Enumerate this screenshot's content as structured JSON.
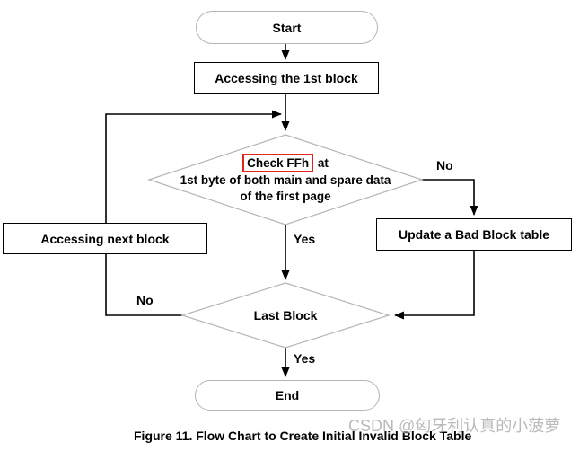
{
  "flowchart": {
    "nodes": {
      "start": {
        "label": "Start",
        "type": "terminator"
      },
      "accessing_first_block": {
        "label": "Accessing the 1st block",
        "type": "process"
      },
      "check_ffh": {
        "type": "decision",
        "highlight": "Check FFh",
        "line1_rest": " at",
        "line2": "1st byte of both main and spare data",
        "line3": "of the first page"
      },
      "update_bad_block_table": {
        "label": "Update a Bad Block table",
        "type": "process"
      },
      "accessing_next_block": {
        "label": "Accessing next block",
        "type": "process"
      },
      "last_block": {
        "label": "Last Block",
        "type": "decision"
      },
      "end": {
        "label": "End",
        "type": "terminator"
      }
    },
    "edge_labels": {
      "check_no": "No",
      "check_yes": "Yes",
      "last_no": "No",
      "last_yes": "Yes"
    },
    "caption": "Figure 11. Flow Chart to Create Initial Invalid Block Table",
    "watermark": "CSDN @匈牙利认真的小菠萝"
  },
  "colors": {
    "highlight_box": "#e8231e",
    "shape_outline": "#b5b5b5",
    "connector": "#000000"
  }
}
